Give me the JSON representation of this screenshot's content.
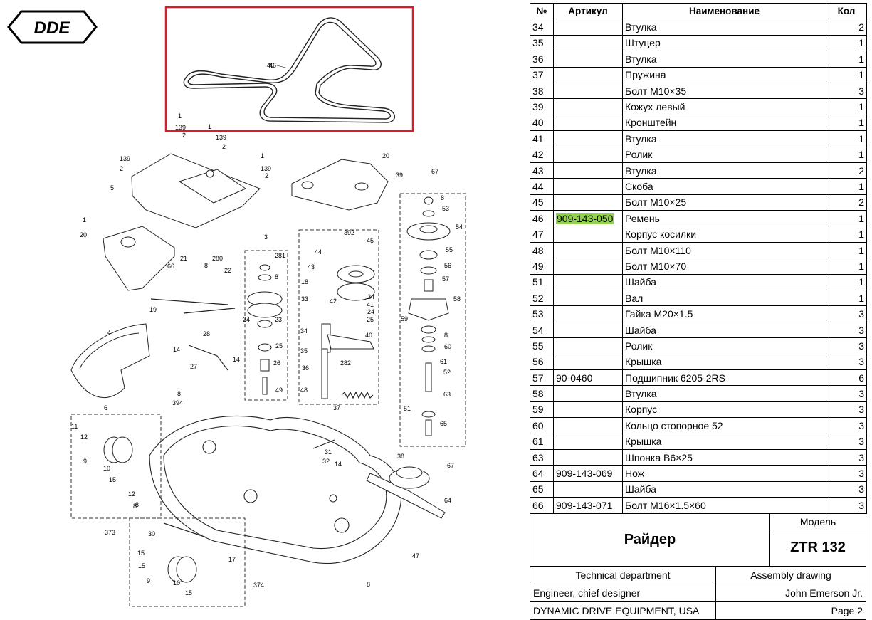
{
  "brand": "DDE",
  "table": {
    "headers": {
      "num": "№",
      "article": "Артикул",
      "name": "Наименование",
      "qty": "Кол"
    },
    "rows": [
      {
        "num": "34",
        "article": "",
        "name": "Втулка",
        "qty": "2"
      },
      {
        "num": "35",
        "article": "",
        "name": "Штуцер",
        "qty": "1"
      },
      {
        "num": "36",
        "article": "",
        "name": "Втулка",
        "qty": "1"
      },
      {
        "num": "37",
        "article": "",
        "name": "Пружина",
        "qty": "1"
      },
      {
        "num": "38",
        "article": "",
        "name": "Болт М10×35",
        "qty": "3"
      },
      {
        "num": "39",
        "article": "",
        "name": "Кожух левый",
        "qty": "1"
      },
      {
        "num": "40",
        "article": "",
        "name": "Кронштейн",
        "qty": "1"
      },
      {
        "num": "41",
        "article": "",
        "name": "Втулка",
        "qty": "1"
      },
      {
        "num": "42",
        "article": "",
        "name": "Ролик",
        "qty": "1"
      },
      {
        "num": "43",
        "article": "",
        "name": "Втулка",
        "qty": "2"
      },
      {
        "num": "44",
        "article": "",
        "name": "Скоба",
        "qty": "1"
      },
      {
        "num": "45",
        "article": "",
        "name": "Болт М10×25",
        "qty": "2"
      },
      {
        "num": "46",
        "article": "909-143-050",
        "name": "Ремень",
        "qty": "1",
        "highlight": true
      },
      {
        "num": "47",
        "article": "",
        "name": "Корпус косилки",
        "qty": "1"
      },
      {
        "num": "48",
        "article": "",
        "name": "Болт М10×110",
        "qty": "1"
      },
      {
        "num": "49",
        "article": "",
        "name": "Болт М10×70",
        "qty": "1"
      },
      {
        "num": "51",
        "article": "",
        "name": "Шайба",
        "qty": "1"
      },
      {
        "num": "52",
        "article": "",
        "name": "Вал",
        "qty": "1"
      },
      {
        "num": "53",
        "article": "",
        "name": "Гайка М20×1.5",
        "qty": "3"
      },
      {
        "num": "54",
        "article": "",
        "name": "Шайба",
        "qty": "3"
      },
      {
        "num": "55",
        "article": "",
        "name": "Ролик",
        "qty": "3"
      },
      {
        "num": "56",
        "article": "",
        "name": "Крышка",
        "qty": "3"
      },
      {
        "num": "57",
        "article": "90-0460",
        "name": "Подшипник 6205-2RS",
        "qty": "6"
      },
      {
        "num": "58",
        "article": "",
        "name": "Втулка",
        "qty": "3"
      },
      {
        "num": "59",
        "article": "",
        "name": "Корпус",
        "qty": "3"
      },
      {
        "num": "60",
        "article": "",
        "name": "Кольцо стопорное  52",
        "qty": "3"
      },
      {
        "num": "61",
        "article": "",
        "name": "Крышка",
        "qty": "3"
      },
      {
        "num": "63",
        "article": "",
        "name": "Шпонка В6×25",
        "qty": "3"
      },
      {
        "num": "64",
        "article": "909-143-069",
        "name": "Нож",
        "qty": "3"
      },
      {
        "num": "65",
        "article": "",
        "name": "Шайба",
        "qty": "3"
      },
      {
        "num": "66",
        "article": "909-143-071",
        "name": "Болт М16×1.5×60",
        "qty": "3"
      }
    ]
  },
  "title_block": {
    "product_name": "Райдер",
    "model_label": "Модель",
    "model_value": "ZTR 132",
    "department": "Technical department",
    "drawing_type": "Assembly drawing",
    "role": "Engineer, chief designer",
    "person": "John Emerson Jr.",
    "company": "DYNAMIC DRIVE EQUIPMENT, USA",
    "page": "Page 2"
  },
  "diagram": {
    "labels": [
      "46",
      "1",
      "139",
      "2",
      "139",
      "2",
      "1",
      "20",
      "39",
      "67",
      "5",
      "139",
      "2",
      "1",
      "139",
      "2",
      "1",
      "20",
      "3",
      "281",
      "8",
      "392",
      "45",
      "44",
      "43",
      "8",
      "53",
      "54",
      "55",
      "56",
      "57",
      "58",
      "59",
      "8",
      "60",
      "61",
      "52",
      "63",
      "51",
      "65",
      "66",
      "21",
      "280",
      "8",
      "22",
      "19",
      "18",
      "33",
      "34",
      "35",
      "36",
      "48",
      "42",
      "24",
      "41",
      "24",
      "25",
      "40",
      "4",
      "14",
      "28",
      "27",
      "14",
      "282",
      "24",
      "23",
      "25",
      "26",
      "49",
      "37",
      "8",
      "394",
      "6",
      "11",
      "12",
      "9",
      "10",
      "15",
      "8",
      "31",
      "32",
      "14",
      "38",
      "67",
      "64",
      "47",
      "12",
      "8",
      "373",
      "30",
      "15",
      "17",
      "15",
      "9",
      "10",
      "15",
      "374",
      "8"
    ]
  }
}
